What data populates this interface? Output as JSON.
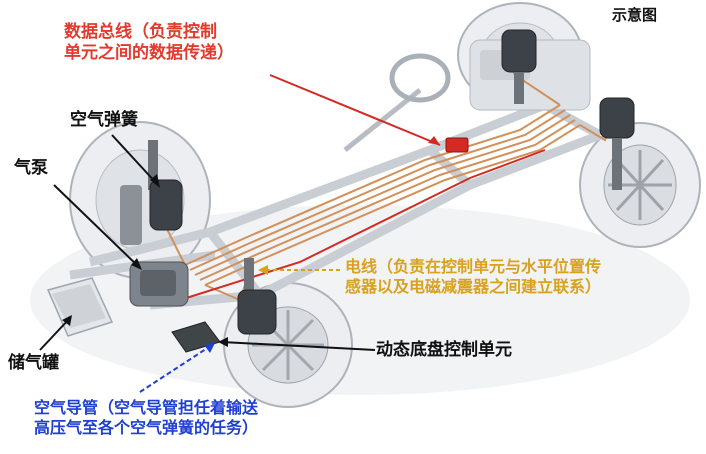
{
  "caption": "示意图",
  "labels": {
    "data_bus": {
      "line1": "数据总线（负责控制",
      "line2": "单元之间的数据传递）"
    },
    "air_spring": "空气弹簧",
    "air_pump": "气泵",
    "wire": {
      "line1": "电线（负责在控制单元与水平位置传",
      "line2": "感器以及电磁减震器之间建立联系）"
    },
    "control_unit": "动态底盘控制单元",
    "reservoir": "储气罐",
    "air_pipe": {
      "line1": "空气导管（空气导管担任着输送",
      "line2": "高压气至各个空气弹簧的任务）"
    }
  },
  "colors": {
    "red_label": "#e23a2e",
    "orange_label": "#d8a21c",
    "blue_label": "#1f3fd0",
    "black_label": "#111111",
    "bus_line": "#d32a22",
    "pipe_line": "#d2905a",
    "chassis": "#c9ced4"
  }
}
